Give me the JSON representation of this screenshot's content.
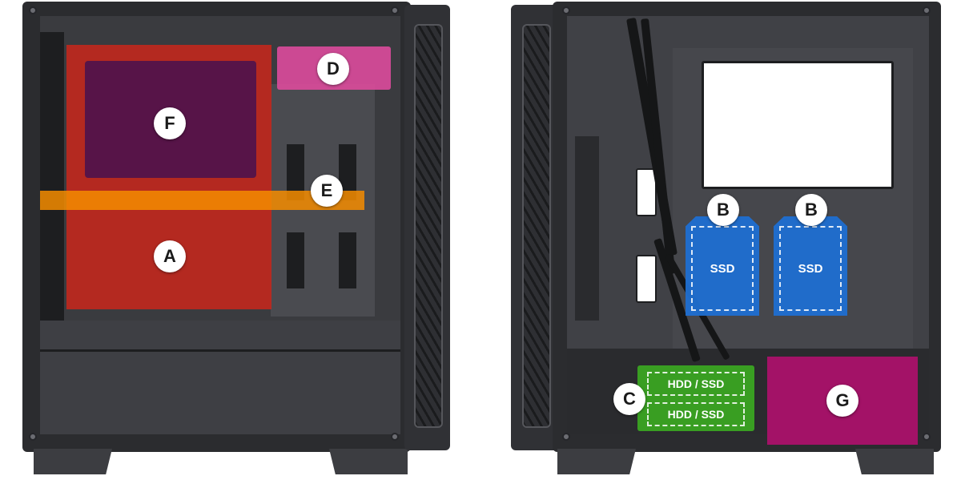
{
  "left_view": {
    "zones": {
      "a": {
        "label": "A",
        "color": "#d0261a"
      },
      "d": {
        "label": "D",
        "color": "#d94b9a"
      },
      "e": {
        "label": "E",
        "color": "#f4a000"
      },
      "f": {
        "label": "F",
        "color": "#5a1560"
      }
    }
  },
  "right_view": {
    "zones": {
      "b1": {
        "label": "B",
        "drive_text": "SSD",
        "color": "#1f6fd1"
      },
      "b2": {
        "label": "B",
        "drive_text": "SSD",
        "color": "#1f6fd1"
      },
      "c": {
        "label": "C",
        "drive_slots": [
          "HDD / SSD",
          "HDD / SSD"
        ],
        "color": "#3aa422"
      },
      "g": {
        "label": "G",
        "color": "#b0106e"
      }
    }
  }
}
